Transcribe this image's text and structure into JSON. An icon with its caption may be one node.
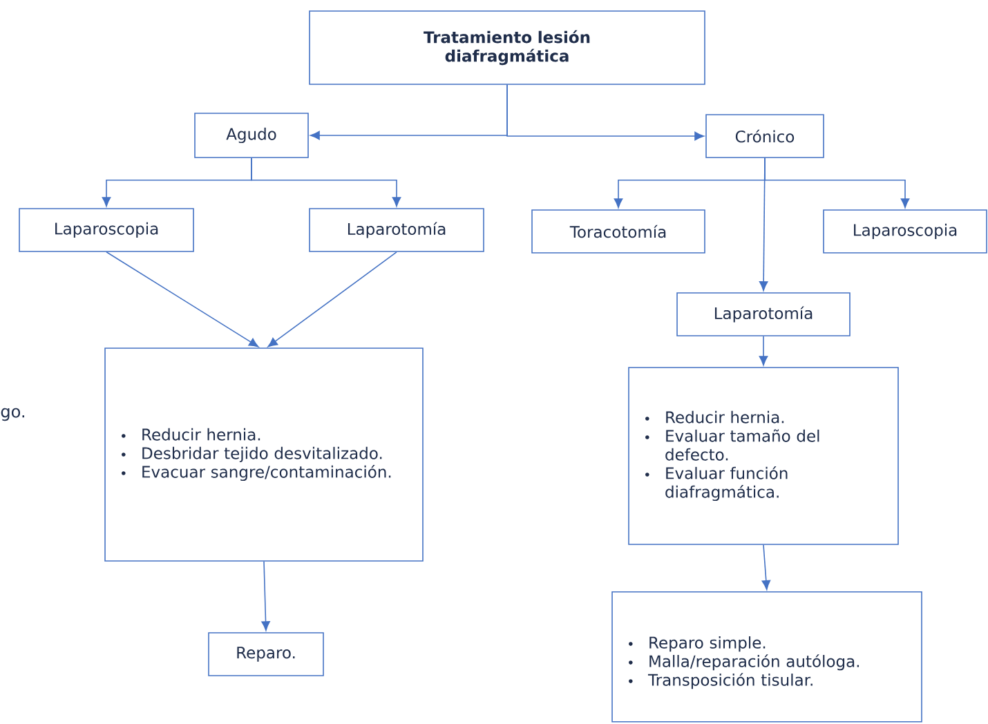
{
  "diagram": {
    "nodes": [
      {
        "text": [
          "Tratamiento lesión diafragmática"
        ]
      },
      {
        "text": [
          "Agudo"
        ]
      },
      {
        "text": [
          "Crónico"
        ]
      },
      {
        "text": [
          "Laparoscopia"
        ]
      },
      {
        "text": [
          "Laparotomía"
        ]
      },
      {
        "text": [
          "Toracotomía"
        ]
      },
      {
        "text": [
          "Laparoscopia"
        ]
      },
      {
        "text": [
          "Laparotomía"
        ]
      },
      {
        "text": [
          "Reducir hernia.",
          "Desbridar tejido desvitalizado.",
          "Evacuar sangre/contaminación."
        ]
      },
      {
        "text": [
          "Reparo."
        ]
      },
      {
        "text": [
          "Reducir hernia.",
          "Evaluar tamaño del defecto.",
          "Evaluar función diafragmática."
        ]
      },
      {
        "text": [
          "Reparo simple.",
          "Malla/reparación autóloga.",
          "Transposición tisular."
        ]
      }
    ],
    "edges": [
      {
        "from": 0,
        "to": 1,
        "arrow": "to"
      },
      {
        "from": 0,
        "to": 2,
        "arrow": "to"
      },
      {
        "from": 1,
        "to": 3,
        "arrow": "to"
      },
      {
        "from": 1,
        "to": 4,
        "arrow": "to"
      },
      {
        "from": 2,
        "to": 5,
        "arrow": "to"
      },
      {
        "from": 2,
        "to": 6,
        "arrow": "to"
      },
      {
        "from": 2,
        "to": 7,
        "arrow": "to"
      },
      {
        "from": 3,
        "to": 8,
        "arrow": "to"
      },
      {
        "from": 4,
        "to": 8,
        "arrow": "to"
      },
      {
        "from": 8,
        "to": 9,
        "arrow": "to"
      },
      {
        "from": 7,
        "to": 10,
        "arrow": "to"
      },
      {
        "from": 10,
        "to": 11,
        "arrow": "to"
      }
    ],
    "labels": [
      "go."
    ]
  }
}
